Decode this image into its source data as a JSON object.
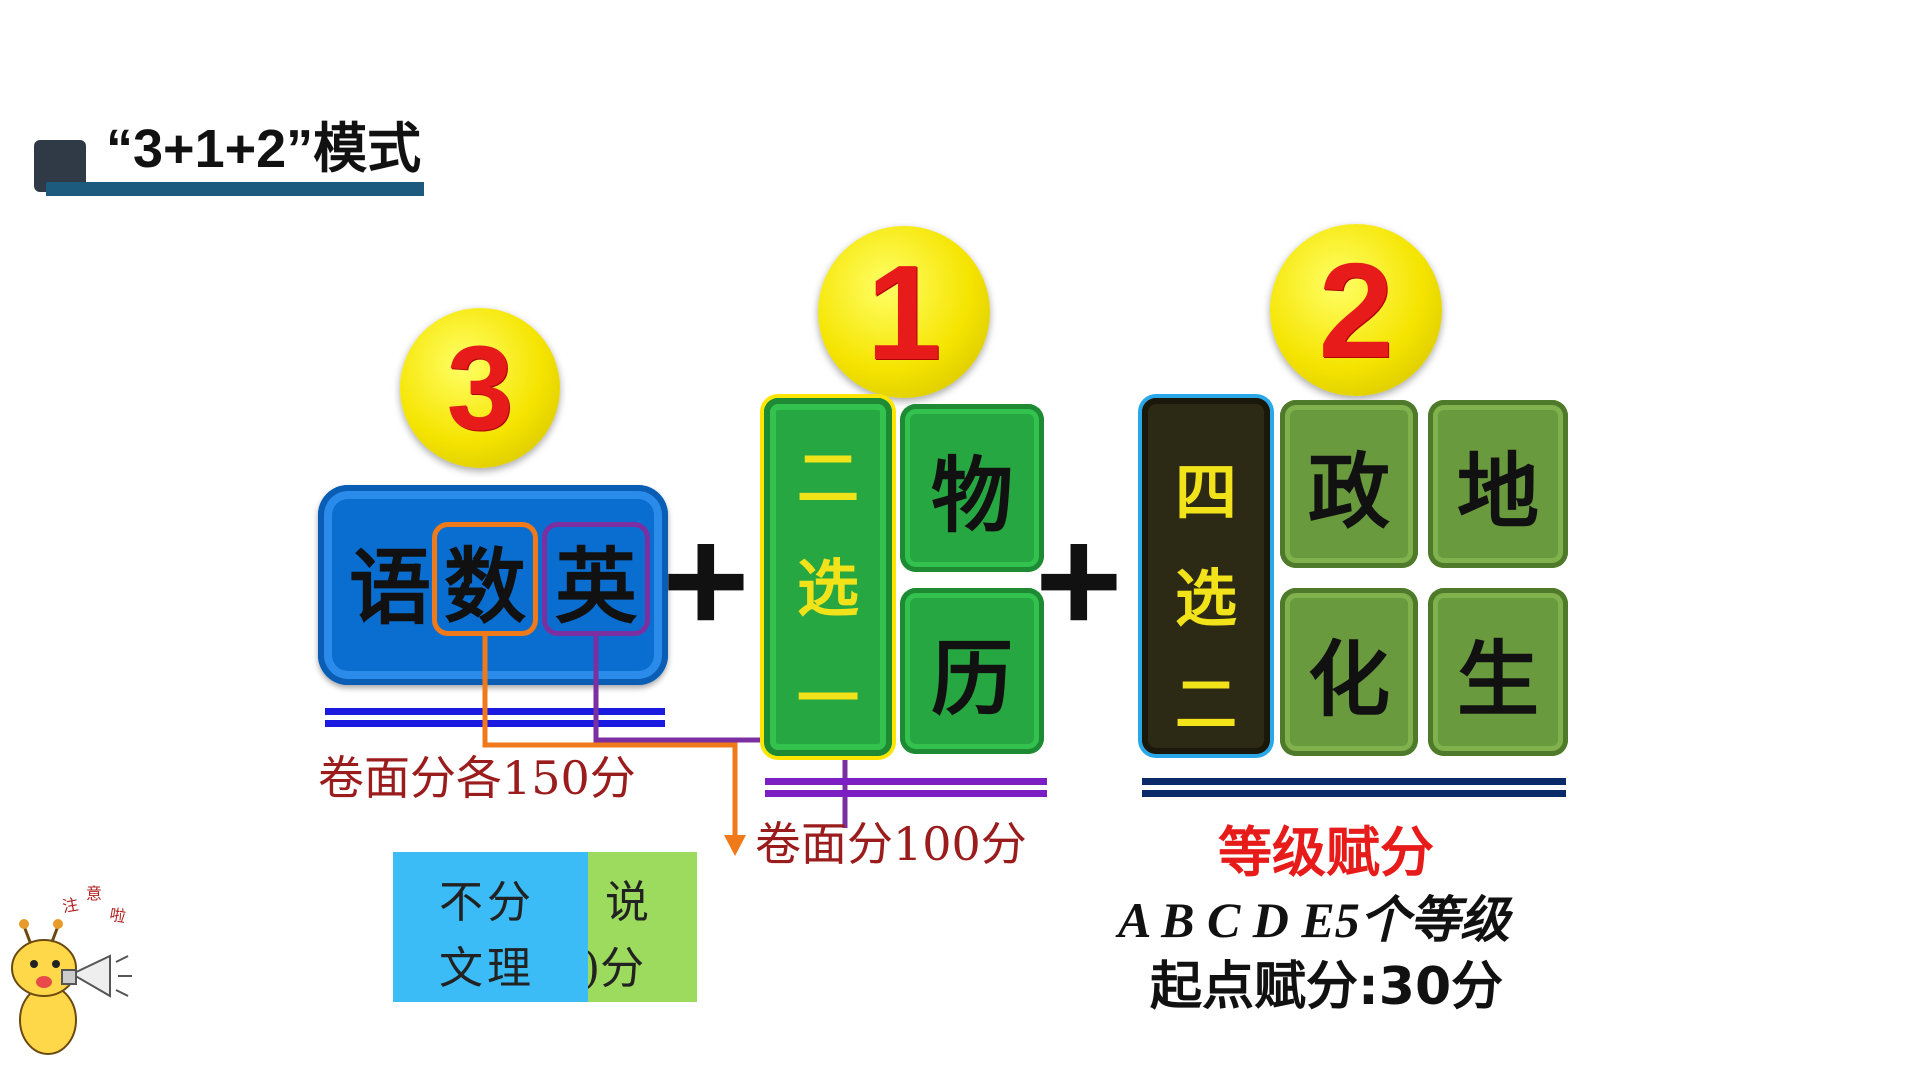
{
  "header": {
    "title": "“3+1+2”模式"
  },
  "group_3": {
    "number": "3",
    "subjects": [
      "语",
      "数",
      "英"
    ],
    "score_note": "卷面分各150分"
  },
  "group_1": {
    "number": "1",
    "selector_label": [
      "二",
      "选",
      "一"
    ],
    "subjects": [
      "物",
      "历"
    ],
    "score_note": "卷面分100分"
  },
  "group_2": {
    "number": "2",
    "selector_label": [
      "四",
      "选",
      "二"
    ],
    "subjects": [
      "政",
      "地",
      "化",
      "生"
    ],
    "grading_title": "等级赋分",
    "grading_levels": "A B C D E5个等级",
    "grading_start": "起点赋分:30分"
  },
  "plus_sign": "+",
  "note_box": {
    "left_text": [
      "不分",
      "文理"
    ],
    "right_text": [
      "说",
      ")分"
    ]
  },
  "mascot": {
    "caption": [
      "注",
      "意",
      "啦"
    ]
  },
  "colors": {
    "group3_box": "#0a6ed1",
    "math_outline": "#f07a1a",
    "english_outline": "#7b2fa0",
    "physics_history_tiles": "#27a741",
    "politics_geo_chem_bio_tiles": "#6a9a3e",
    "selector_dark": "#2c2a14",
    "selector_text": "#f2e21a",
    "circle_yellow": "#f5e400",
    "number_red": "#e81b1b",
    "score_text": "#9b1c1c",
    "grading_title": "#e81b1b"
  }
}
